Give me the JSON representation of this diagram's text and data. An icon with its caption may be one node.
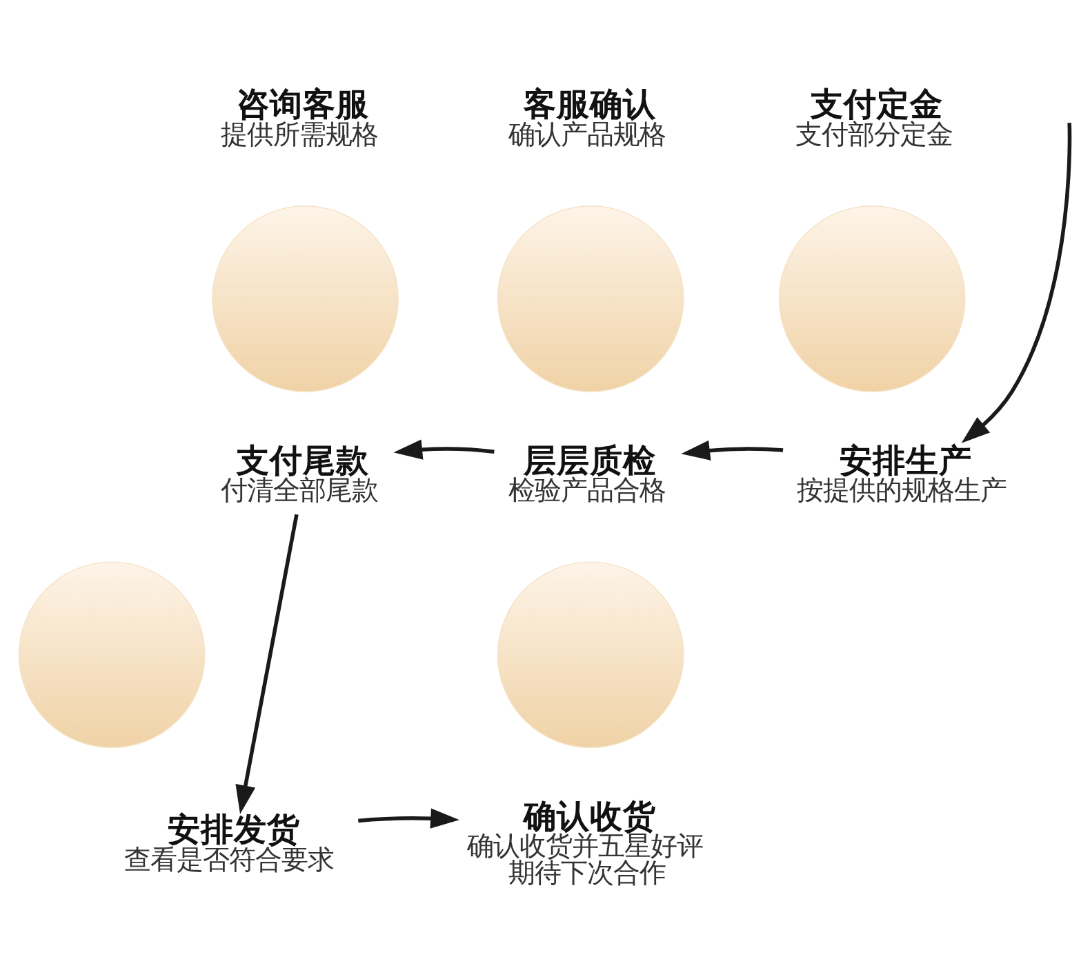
{
  "diagram": {
    "nodes": [
      {
        "text": [
          "咨询客服",
          "提供所需规格"
        ]
      },
      {
        "text": [
          "客服确认",
          "确认产品规格"
        ]
      },
      {
        "text": [
          "支付定金",
          "支付部分定金"
        ]
      },
      {
        "text": [],
        "shape": "circle"
      },
      {
        "text": [],
        "shape": "circle"
      },
      {
        "text": [],
        "shape": "circle"
      },
      {
        "text": [
          "支付尾款",
          "付清全部尾款"
        ]
      },
      {
        "text": [
          "层层质检",
          "检验产品合格"
        ]
      },
      {
        "text": [
          "安排生产",
          "按提供的规格生产"
        ]
      },
      {
        "text": [],
        "shape": "circle"
      },
      {
        "text": [],
        "shape": "circle"
      },
      {
        "text": [
          "安排发货",
          "查看是否符合要求"
        ]
      },
      {
        "text": [
          "确认收货",
          "确认收货并五星好评期待下次合作"
        ]
      }
    ],
    "edges": [
      {
        "from": null,
        "to": 8,
        "arrow": "to"
      },
      {
        "from": 8,
        "to": 7,
        "arrow": "to"
      },
      {
        "from": 7,
        "to": 6,
        "arrow": "to"
      },
      {
        "from": 6,
        "to": 11,
        "arrow": "to"
      },
      {
        "from": 11,
        "to": 12,
        "arrow": "to"
      }
    ]
  }
}
